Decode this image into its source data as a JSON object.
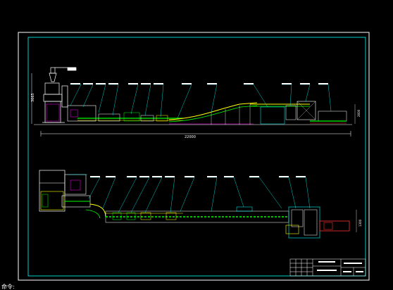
{
  "drawing": {
    "dimension_length": "22000",
    "dimension_height": "3665",
    "dimension_right": "2600",
    "dimension_side": "1300"
  },
  "command_line": {
    "prompt": "命令:"
  },
  "colors": {
    "background": "#000000",
    "frame": "#00ffff",
    "outer_frame": "#ffffff",
    "machine": "#ffffff",
    "conveyor_green": "#00ff00",
    "conveyor_yellow": "#ffff00",
    "accent_magenta": "#ff00ff",
    "accent_red": "#ff3030",
    "leader": "#00ffff"
  }
}
